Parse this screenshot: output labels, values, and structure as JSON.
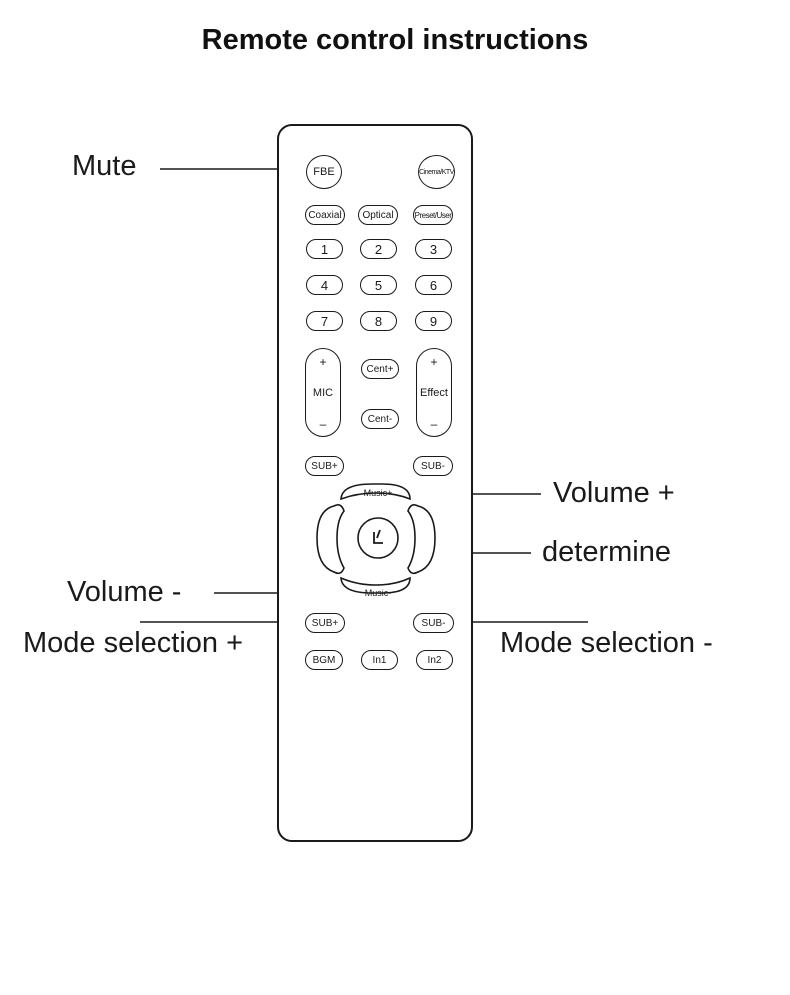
{
  "title": "Remote control instructions",
  "remote": {
    "buttons": {
      "fbe": "FBE",
      "cinema_ktv": "Cinema/KTV",
      "coaxial": "Coaxial",
      "optical": "Optical",
      "preset_user": "Preset/User",
      "digits": [
        "1",
        "2",
        "3",
        "4",
        "5",
        "6",
        "7",
        "8",
        "9"
      ],
      "mic": {
        "plus": "+",
        "label": "MIC",
        "minus": "–"
      },
      "effect": {
        "plus": "+",
        "label": "Effect",
        "minus": "–"
      },
      "cent_plus": "Cent+",
      "cent_minus": "Cent-",
      "sub_plus": "SUB+",
      "sub_minus": "SUB-",
      "music_plus": "Music+",
      "music_minus": "Music-",
      "sub_plus_2": "SUB+",
      "sub_minus_2": "SUB-",
      "bgm": "BGM",
      "in1": "In1",
      "in2": "In2"
    },
    "center_icon": "play-pause-icon"
  },
  "callouts": {
    "mute": "Mute",
    "volume_plus": "Volume +",
    "determine": "determine",
    "volume_minus": "Volume -",
    "mode_selection_plus": "Mode selection +",
    "mode_selection_minus": "Mode selection -"
  },
  "colors": {
    "ink": "#1a1a1a",
    "background": "#ffffff"
  }
}
